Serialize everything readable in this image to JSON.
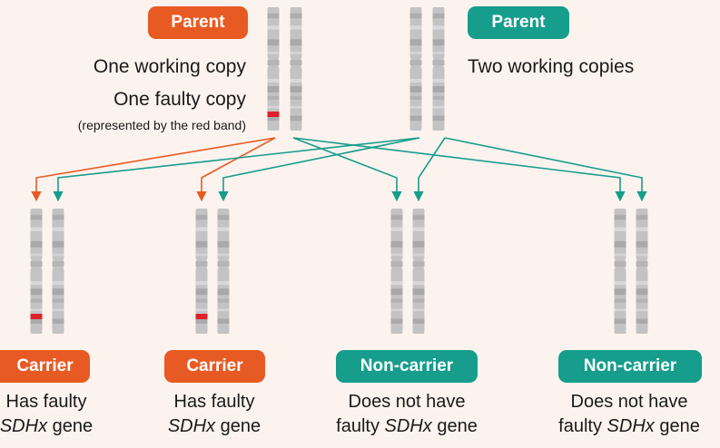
{
  "colors": {
    "background": "#fdf3ee",
    "faulty": "#e85a23",
    "working": "#169d8c",
    "chromosome": "#c3c3c3",
    "faulty_band": "#e0202a"
  },
  "parents": [
    {
      "badge": "Parent",
      "lines": [
        "One working copy",
        "One faulty copy"
      ],
      "note": "(represented by the red band)"
    },
    {
      "badge": "Parent",
      "lines": [
        "Two working copies"
      ]
    }
  ],
  "children": [
    {
      "badge": "Carrier",
      "line1": "Has faulty",
      "gene": "SDHx",
      "line2_after": " gene",
      "status": "carrier"
    },
    {
      "badge": "Carrier",
      "line1": "Has faulty",
      "gene": "SDHx",
      "line2_after": " gene",
      "status": "carrier"
    },
    {
      "badge": "Non-carrier",
      "line1": "Does not have",
      "line2_before": "faulty ",
      "gene": "SDHx",
      "line2_after": " gene",
      "status": "non-carrier"
    },
    {
      "badge": "Non-carrier",
      "line1": "Does not have",
      "line2_before": "faulty ",
      "gene": "SDHx",
      "line2_after": " gene",
      "status": "non-carrier"
    }
  ]
}
